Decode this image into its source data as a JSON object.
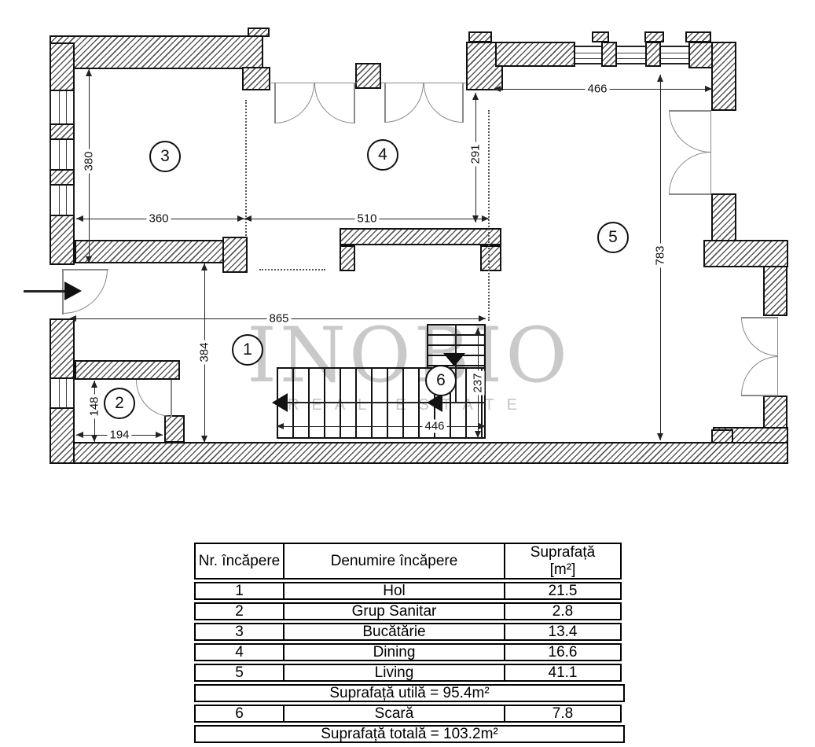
{
  "plan": {
    "rooms": [
      "1",
      "2",
      "3",
      "4",
      "5",
      "6"
    ],
    "dims": {
      "kitchen_height": "380",
      "kitchen_width": "360",
      "dining_width": "510",
      "dining_height": "291",
      "living_top_width": "466",
      "living_height": "783",
      "hall_width": "865",
      "hall_height": "384",
      "bath_height": "148",
      "bath_width": "194",
      "stairs_length": "446",
      "stairs_depth": "237"
    },
    "watermark": {
      "brand": "INOBIO",
      "tagline": "REAL ESTATE"
    }
  },
  "table": {
    "headers": [
      "Nr. încăpere",
      "Denumire încăpere"
    ],
    "area_header": {
      "line1": "Suprafață",
      "line2": "[m²]"
    },
    "rows": [
      [
        "1",
        "Hol",
        "21.5"
      ],
      [
        "2",
        "Grup Sanitar",
        "2.8"
      ],
      [
        "3",
        "Bucătărie",
        "13.4"
      ],
      [
        "4",
        "Dining",
        "16.6"
      ],
      [
        "5",
        "Living",
        "41.1"
      ]
    ],
    "useful_area": "Suprafață utilă = 95.4m²",
    "row6": [
      "6",
      "Scară",
      "7.8"
    ],
    "total_area": "Suprafață totală = 103.2m²"
  },
  "colors": {
    "wall_outline": "#111111",
    "hatch": "#5a5a5a",
    "dimension": "#222222",
    "watermark": "#c9c9c9"
  }
}
